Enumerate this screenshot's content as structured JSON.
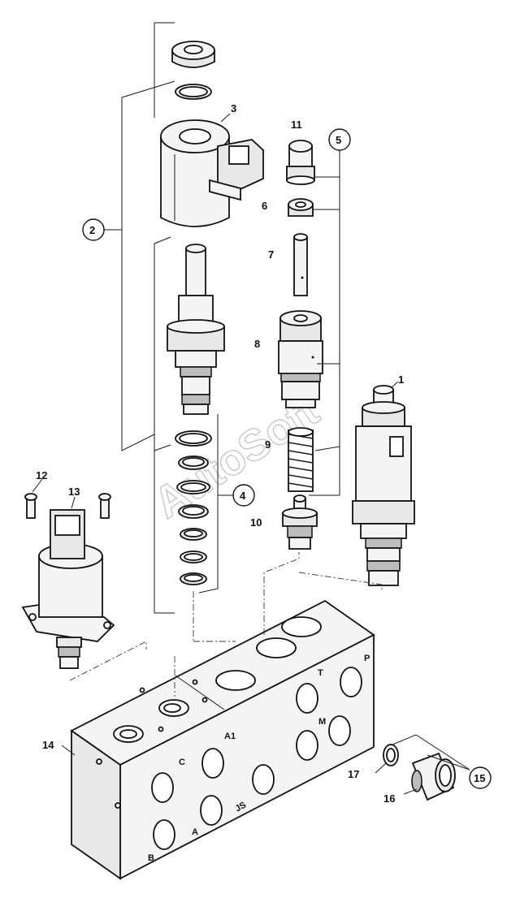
{
  "callouts": {
    "c1": "1",
    "c2": "2",
    "c3": "3",
    "c4": "4",
    "c5": "5",
    "c6": "6",
    "c7": "7",
    "c8": "8",
    "c9": "9",
    "c10": "10",
    "c11": "11",
    "c12": "12",
    "c13": "13",
    "c14": "14",
    "c15": "15",
    "c16": "16",
    "c17": "17"
  },
  "ports": {
    "p": "P",
    "t": "T",
    "m": "M",
    "a1": "A1",
    "c": "C",
    "js": "JS",
    "a": "A",
    "b": "B"
  },
  "watermark": "AutoSoft"
}
